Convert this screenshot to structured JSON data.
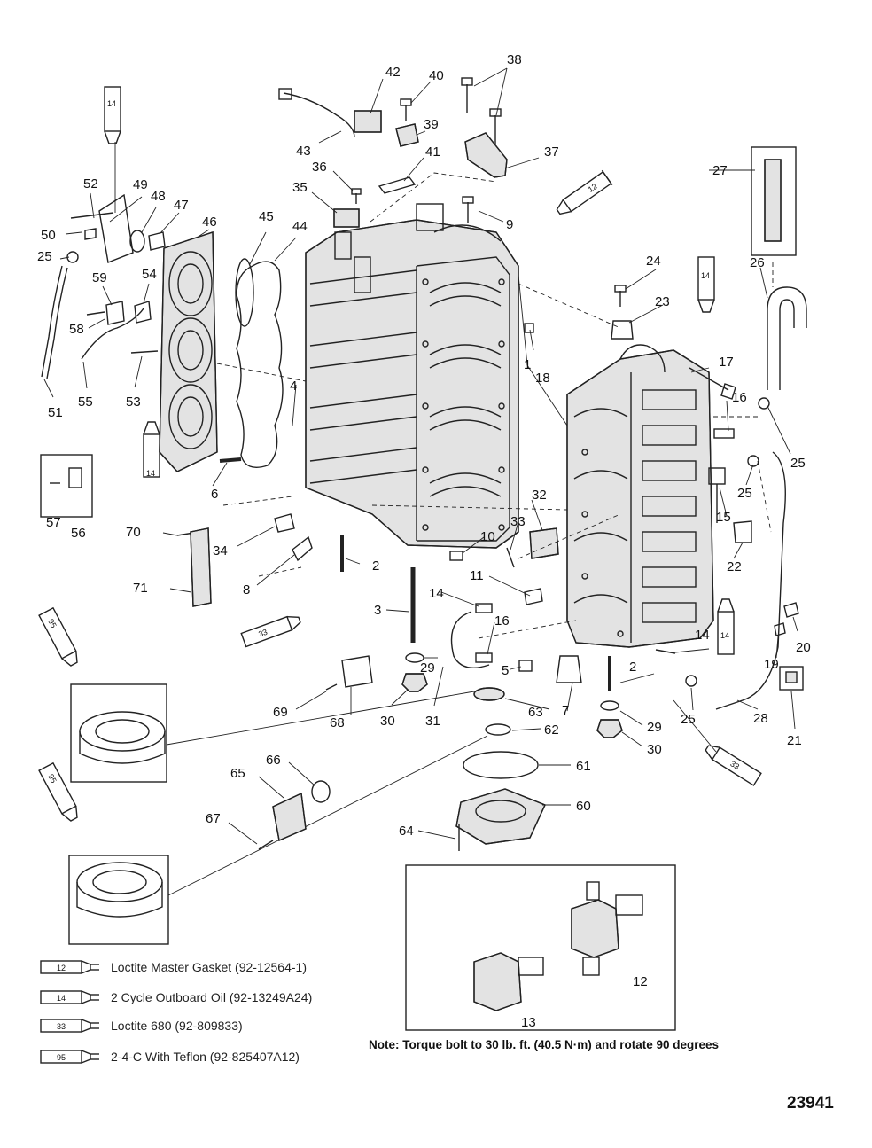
{
  "callouts": {
    "n1": "1",
    "n2": "2",
    "n3": "3",
    "n4": "4",
    "n5": "5",
    "n6": "6",
    "n7": "7",
    "n8": "8",
    "n9": "9",
    "n10": "10",
    "n11": "11",
    "n12": "12",
    "n13": "13",
    "n14": "14",
    "n15": "15",
    "n16": "16",
    "n17": "17",
    "n18": "18",
    "n19": "19",
    "n20": "20",
    "n21": "21",
    "n22": "22",
    "n23": "23",
    "n24": "24",
    "n25": "25",
    "n26": "26",
    "n27": "27",
    "n28": "28",
    "n29": "29",
    "n30": "30",
    "n31": "31",
    "n32": "32",
    "n33": "33",
    "n34": "34",
    "n35": "35",
    "n36": "36",
    "n37": "37",
    "n38": "38",
    "n39": "39",
    "n40": "40",
    "n41": "41",
    "n42": "42",
    "n43": "43",
    "n44": "44",
    "n45": "45",
    "n46": "46",
    "n47": "47",
    "n48": "48",
    "n49": "49",
    "n50": "50",
    "n51": "51",
    "n52": "52",
    "n53": "53",
    "n54": "54",
    "n55": "55",
    "n56": "56",
    "n57": "57",
    "n58": "58",
    "n59": "59",
    "n60": "60",
    "n61": "61",
    "n62": "62",
    "n63": "63",
    "n64": "64",
    "n65": "65",
    "n66": "66",
    "n67": "67",
    "n68": "68",
    "n69": "69",
    "n70": "70",
    "n71": "71"
  },
  "tube_labels": {
    "t12": "12",
    "t14": "14",
    "t33": "33",
    "t95": "95"
  },
  "legend": [
    {
      "code": "12",
      "text": "Loctite Master Gasket (92-12564-1)"
    },
    {
      "code": "14",
      "text": "2 Cycle Outboard Oil (92-13249A24)"
    },
    {
      "code": "33",
      "text": "Loctite 680 (92-809833)"
    },
    {
      "code": "95",
      "text": "2-4-C  With Teflon (92-825407A12)"
    }
  ],
  "note": "Note: Torque bolt to 30 lb. ft. (40.5 N·m) and rotate 90 degrees",
  "figure_number": "23941"
}
